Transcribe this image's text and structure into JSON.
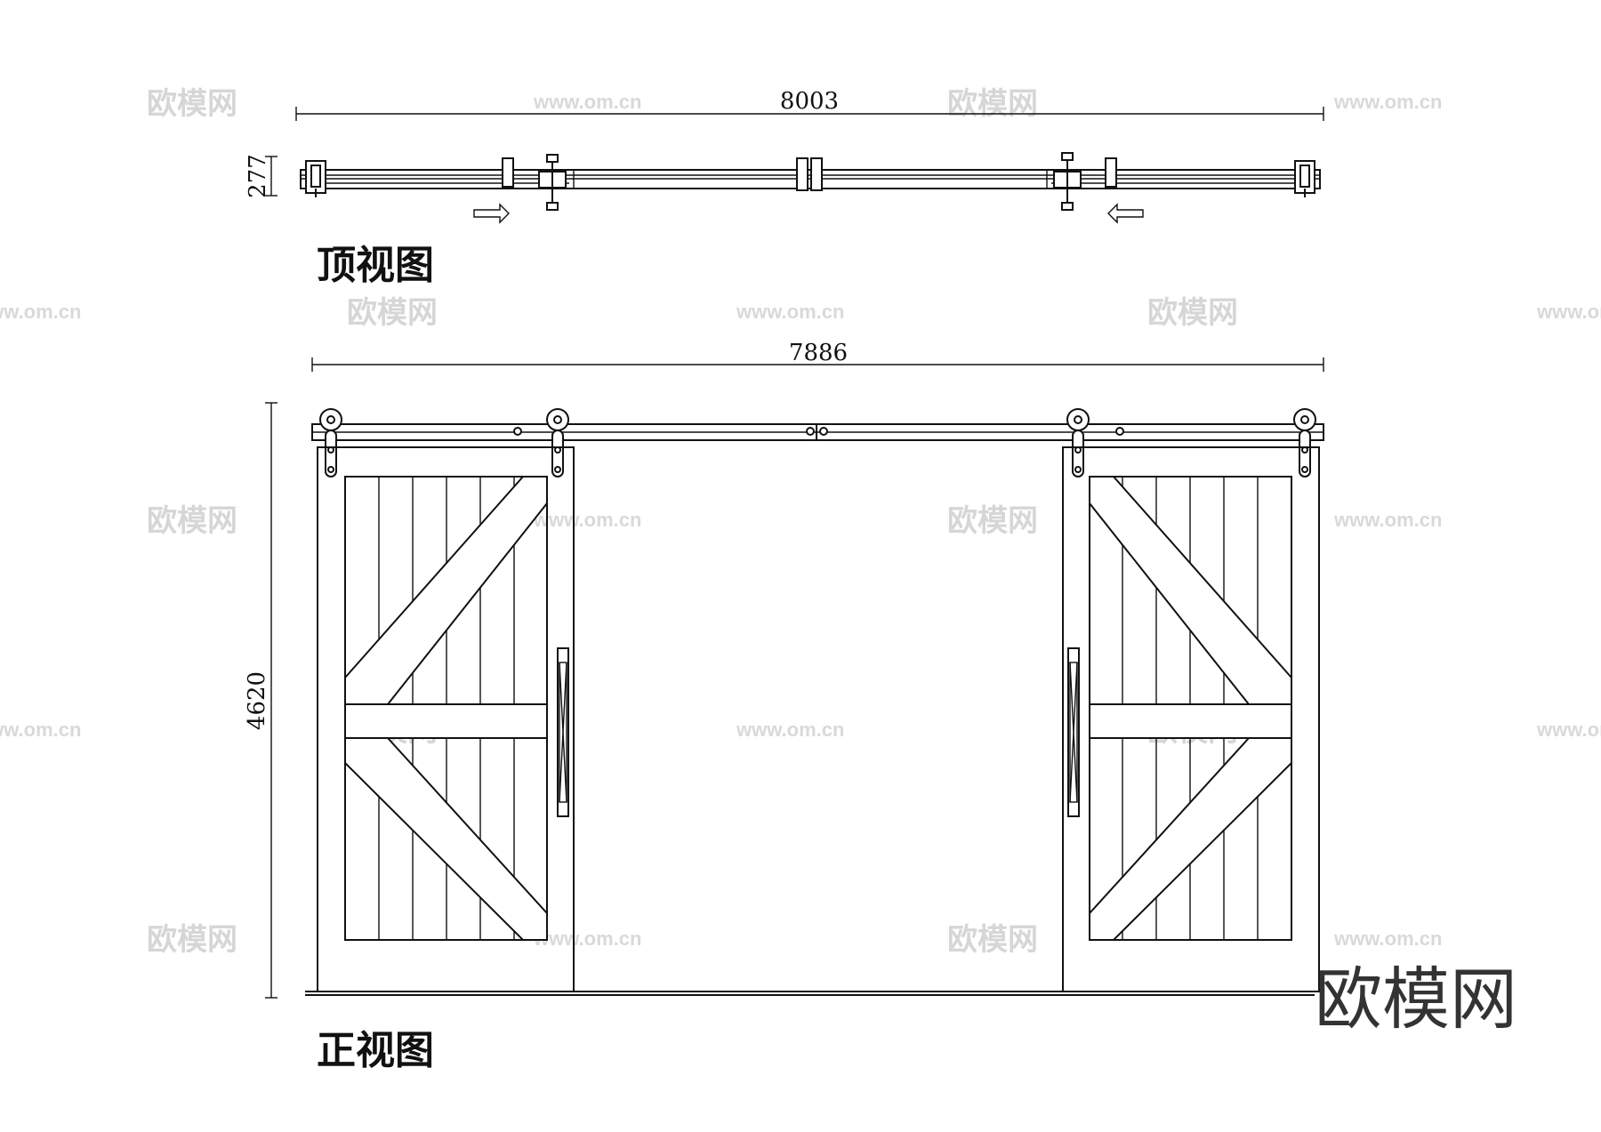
{
  "top_view": {
    "title": "顶视图",
    "width_dimension": "8003",
    "depth_dimension": "277"
  },
  "front_view": {
    "title": "正视图",
    "width_dimension": "7886",
    "height_dimension": "4620"
  },
  "watermark": {
    "text": "欧模网",
    "url": "www.om.cn"
  },
  "logo": {
    "text": "欧模网"
  }
}
